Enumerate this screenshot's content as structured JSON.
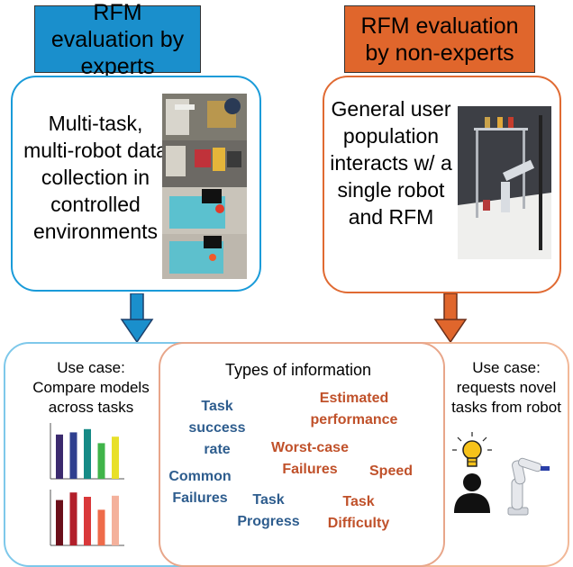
{
  "experts": {
    "header": "RFM evaluation by experts",
    "description": "Multi-task, multi-robot data collection in controlled environments",
    "header_color": "#1a8fcc",
    "border_color": "#1a9bd9"
  },
  "nonexperts": {
    "header": "RFM evaluation by non-experts",
    "description": "General user population interacts w/ a single robot and RFM",
    "header_color": "#e0662c",
    "border_color": "#e06a32"
  },
  "left_usecase": {
    "title": "Use case: Compare models across tasks",
    "bar_chart_top_colors": [
      "#3b2a6e",
      "#2f3f8f",
      "#168a86",
      "#40b44a",
      "#e8e02a"
    ],
    "bar_chart_top_values": [
      0.82,
      0.86,
      0.92,
      0.66,
      0.78
    ],
    "bar_chart_bottom_colors": [
      "#6b0f1a",
      "#b21f2a",
      "#d9383a",
      "#ee6b4a",
      "#f4b19c"
    ],
    "bar_chart_bottom_values": [
      0.84,
      0.98,
      0.9,
      0.66,
      0.92
    ]
  },
  "center": {
    "title": "Types of information",
    "items": [
      {
        "label": "Task success rate",
        "kind": "expert"
      },
      {
        "label": "Estimated performance",
        "kind": "nonexpert"
      },
      {
        "label": "Worst-case Failures",
        "kind": "nonexpert"
      },
      {
        "label": "Speed",
        "kind": "nonexpert"
      },
      {
        "label": "Common Failures",
        "kind": "expert"
      },
      {
        "label": "Task Progress",
        "kind": "expert"
      },
      {
        "label": "Task Difficulty",
        "kind": "nonexpert"
      }
    ]
  },
  "right_usecase": {
    "title": "Use case: requests novel tasks from robot",
    "icons": [
      "lightbulb-icon",
      "person-icon",
      "robot-arm-icon"
    ]
  }
}
